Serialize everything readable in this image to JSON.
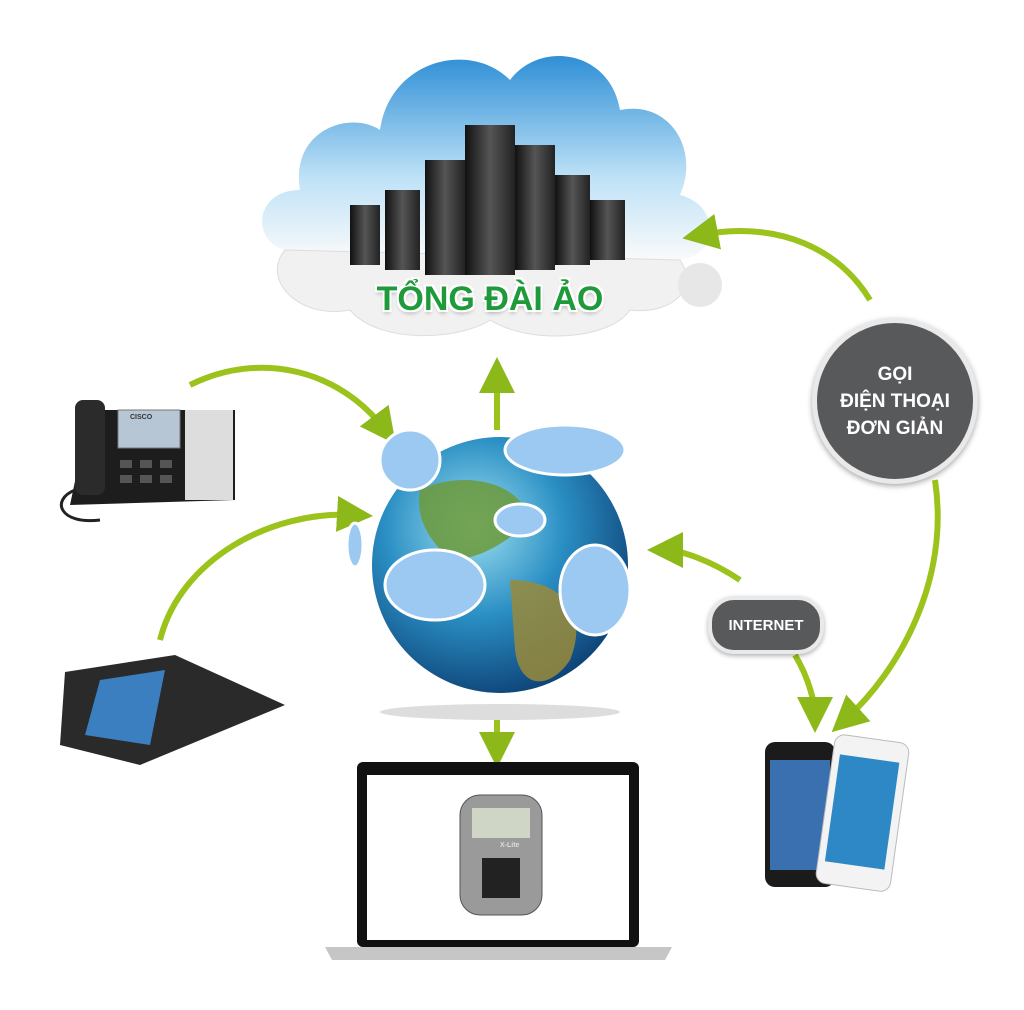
{
  "cloud": {
    "title": "TỔNG ĐÀI ẢO"
  },
  "badge": {
    "lines": [
      "GỌI",
      "ĐIỆN THOẠI",
      "ĐƠN GIẢN"
    ]
  },
  "internet_label": "INTERNET",
  "devices": {
    "desk_phone_brand": "CISCO",
    "softphone_brand": "X-Lite"
  },
  "colors": {
    "arrow": "#9bc31c",
    "title": "#1e9a3a",
    "badge": "#58595b",
    "cloud": "#3a9ad9"
  }
}
